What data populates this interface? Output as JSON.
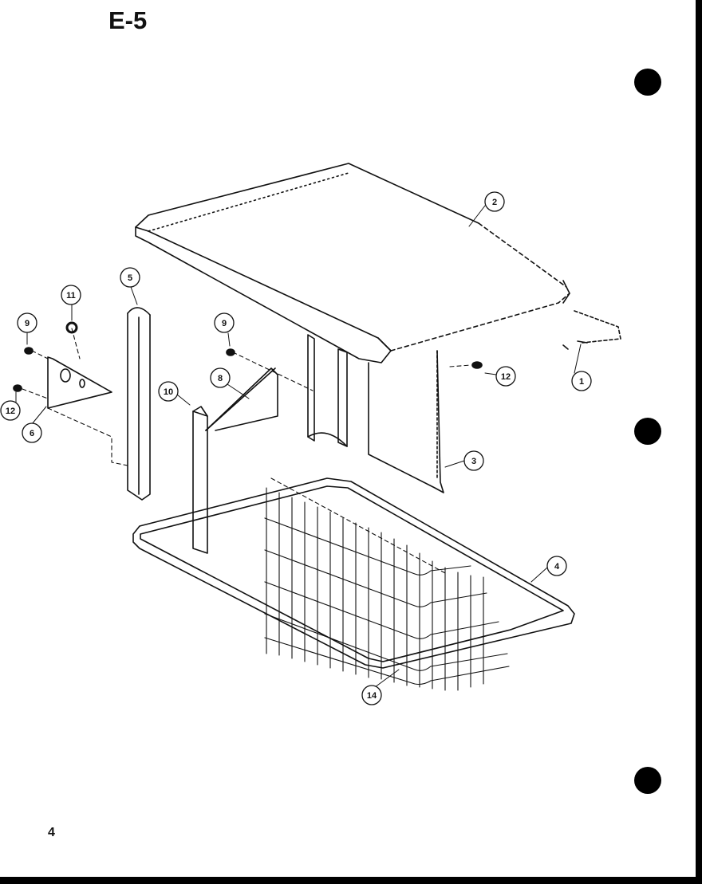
{
  "page": {
    "title": "E-5",
    "page_number": "4"
  },
  "callouts": [
    {
      "id": "c1",
      "label": "1"
    },
    {
      "id": "c2",
      "label": "2"
    },
    {
      "id": "c3",
      "label": "3"
    },
    {
      "id": "c4",
      "label": "4"
    },
    {
      "id": "c5",
      "label": "5"
    },
    {
      "id": "c6",
      "label": "6"
    },
    {
      "id": "c8",
      "label": "8"
    },
    {
      "id": "c9a",
      "label": "9"
    },
    {
      "id": "c9b",
      "label": "9"
    },
    {
      "id": "c10",
      "label": "10"
    },
    {
      "id": "c11",
      "label": "11"
    },
    {
      "id": "c12a",
      "label": "12"
    },
    {
      "id": "c12b",
      "label": "12"
    },
    {
      "id": "c14",
      "label": "14"
    }
  ],
  "colors": {
    "ink": "#111111",
    "paper": "#ffffff"
  }
}
